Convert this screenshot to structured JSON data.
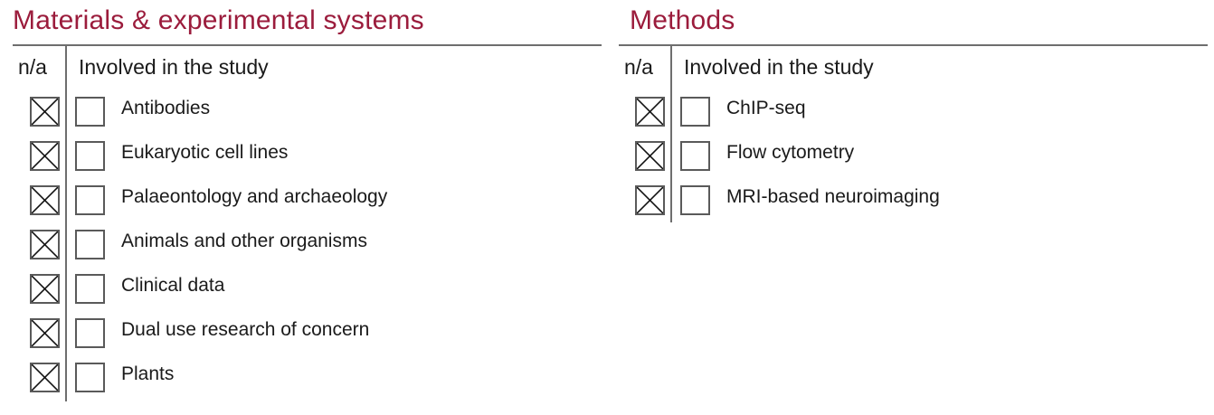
{
  "materials": {
    "title": "Materials & experimental systems",
    "col_na": "n/a",
    "col_involved": "Involved in the study",
    "items": [
      {
        "label": "Antibodies",
        "na": true,
        "involved": false
      },
      {
        "label": "Eukaryotic cell lines",
        "na": true,
        "involved": false
      },
      {
        "label": "Palaeontology and archaeology",
        "na": true,
        "involved": false
      },
      {
        "label": "Animals and other organisms",
        "na": true,
        "involved": false
      },
      {
        "label": "Clinical data",
        "na": true,
        "involved": false
      },
      {
        "label": "Dual use research of concern",
        "na": true,
        "involved": false
      },
      {
        "label": "Plants",
        "na": true,
        "involved": false
      }
    ]
  },
  "methods": {
    "title": "Methods",
    "col_na": "n/a",
    "col_involved": "Involved in the study",
    "items": [
      {
        "label": "ChIP-seq",
        "na": true,
        "involved": false
      },
      {
        "label": "Flow cytometry",
        "na": true,
        "involved": false
      },
      {
        "label": "MRI-based neuroimaging",
        "na": true,
        "involved": false
      }
    ]
  },
  "colors": {
    "title": "#9b1c3c",
    "rule": "#6e6e6e"
  }
}
